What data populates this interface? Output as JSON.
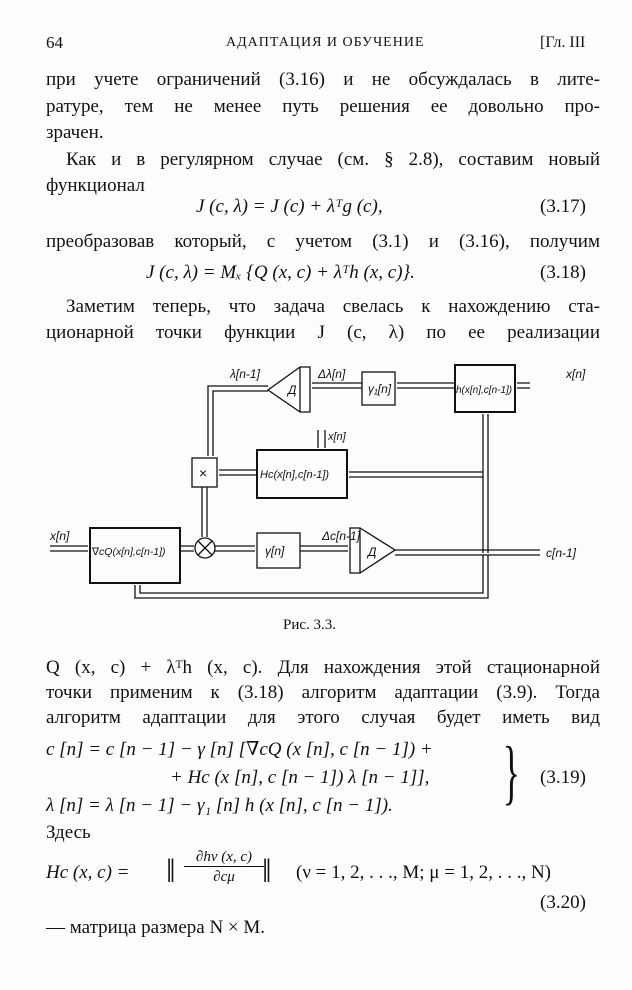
{
  "header": {
    "page_number": "64",
    "title": "АДАПТАЦИЯ И ОБУЧЕНИЕ",
    "chapter": "[Гл. III"
  },
  "para1": [
    "при учете ограничений (3.16) и не обсуждалась в лите-",
    "ратуре, тем не менее путь решения ее довольно про-",
    "зрачен."
  ],
  "para2": [
    "Как и в регулярном случае (см. § 2.8), составим новый",
    "функционал"
  ],
  "eq317": {
    "formula": "J (c, λ) = J (c) + λᵀg (c),",
    "number": "(3.17)"
  },
  "para3": "преобразовав который, с учетом (3.1) и (3.16), получим",
  "eq318": {
    "formula": "J (c, λ) = Mₓ {Q (x, c) + λᵀh (x, c)}.",
    "number": "(3.18)"
  },
  "para4": [
    "Заметим теперь, что задача свелась к нахождению ста-",
    "ционарной точки функции J (c, λ) по ее реализации"
  ],
  "figure": {
    "caption": "Рис. 3.3.",
    "labels": {
      "lambda_prev": "λ[n-1]",
      "delta_lambda": "Δλ[n]",
      "x_in_top": "x[n]",
      "h_block": "h(x[n],c[n-1])",
      "gamma1_block": "γ₁[n]",
      "delay_top": "Д",
      "x_in_mid": "x[n]",
      "mult": "×",
      "hc_block": "Hc(x[n],c[n-1])",
      "x_in_left": "x[n]",
      "grad_block": "∇cQ(x[n],c[n-1])",
      "gamma_block": "γ[n]",
      "delta_c": "Δc[n-1]",
      "delay_bottom": "Д",
      "c_out": "c[n-1]"
    }
  },
  "para5": [
    "Q (x, c) + λᵀh (x, c). Для нахождения этой стационарной",
    "точки применим к (3.18) алгоритм адаптации (3.9). Тогда",
    "алгоритм адаптации для этого случая будет иметь вид"
  ],
  "eq319": {
    "line1": "c [n] = c [n − 1] − γ [n] [∇cQ (x [n], c [n − 1]) +",
    "line2": "+ Hc (x [n], c [n − 1]) λ [n − 1]],",
    "line3": "λ [n] = λ [n − 1] − γ₁ [n] h (x [n], c [n − 1]).",
    "number": "(3.19)"
  },
  "here": "Здесь",
  "eq320": {
    "lhs": "Hc (x, c) =",
    "numerator": "∂hν (x, c)",
    "denominator": "∂cμ",
    "range": "(ν = 1, 2, . . ., M; μ = 1, 2, . . ., N)",
    "number": "(3.20)"
  },
  "final": "— матрица размера N × M."
}
